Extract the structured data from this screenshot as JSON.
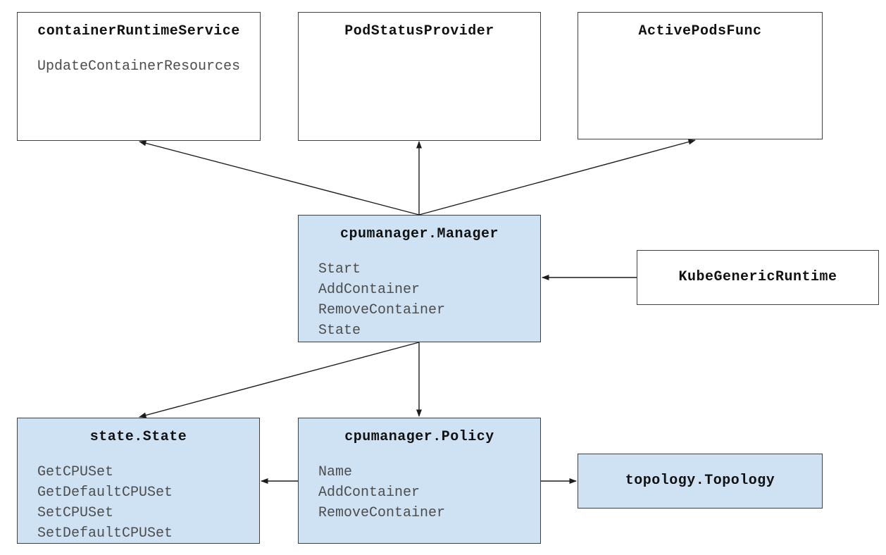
{
  "diagram": {
    "description": "CPU Manager component diagram",
    "nodes": {
      "container_runtime_service": {
        "title": "containerRuntimeService",
        "methods": [
          "UpdateContainerResources"
        ],
        "fill": "white"
      },
      "pod_status_provider": {
        "title": "PodStatusProvider",
        "methods": [],
        "fill": "white"
      },
      "active_pods_func": {
        "title": "ActivePodsFunc",
        "methods": [],
        "fill": "white"
      },
      "cpumanager_manager": {
        "title": "cpumanager.Manager",
        "methods": [
          "Start",
          "AddContainer",
          "RemoveContainer",
          "State"
        ],
        "fill": "blue"
      },
      "kube_generic_runtime": {
        "title": "KubeGenericRuntime",
        "methods": [],
        "fill": "white"
      },
      "state_state": {
        "title": "state.State",
        "methods": [
          "GetCPUSet",
          "GetDefaultCPUSet",
          "SetCPUSet",
          "SetDefaultCPUSet"
        ],
        "fill": "blue"
      },
      "cpumanager_policy": {
        "title": "cpumanager.Policy",
        "methods": [
          "Name",
          "AddContainer",
          "RemoveContainer"
        ],
        "fill": "blue"
      },
      "topology_topology": {
        "title": "topology.Topology",
        "methods": [],
        "fill": "blue"
      }
    },
    "edges": [
      {
        "from": "cpumanager_manager",
        "to": "container_runtime_service"
      },
      {
        "from": "cpumanager_manager",
        "to": "pod_status_provider"
      },
      {
        "from": "cpumanager_manager",
        "to": "active_pods_func"
      },
      {
        "from": "kube_generic_runtime",
        "to": "cpumanager_manager"
      },
      {
        "from": "cpumanager_manager",
        "to": "state_state"
      },
      {
        "from": "cpumanager_manager",
        "to": "cpumanager_policy"
      },
      {
        "from": "cpumanager_policy",
        "to": "state_state"
      },
      {
        "from": "cpumanager_policy",
        "to": "topology_topology"
      }
    ],
    "colors": {
      "box_fill_blue": "#cfe2f3",
      "box_fill_white": "#ffffff",
      "box_border": "#3d4043",
      "title_text": "#111111",
      "method_text": "#4d4d4d",
      "arrow_color": "#1c1c1c",
      "page_bg": "#ffffff"
    }
  }
}
